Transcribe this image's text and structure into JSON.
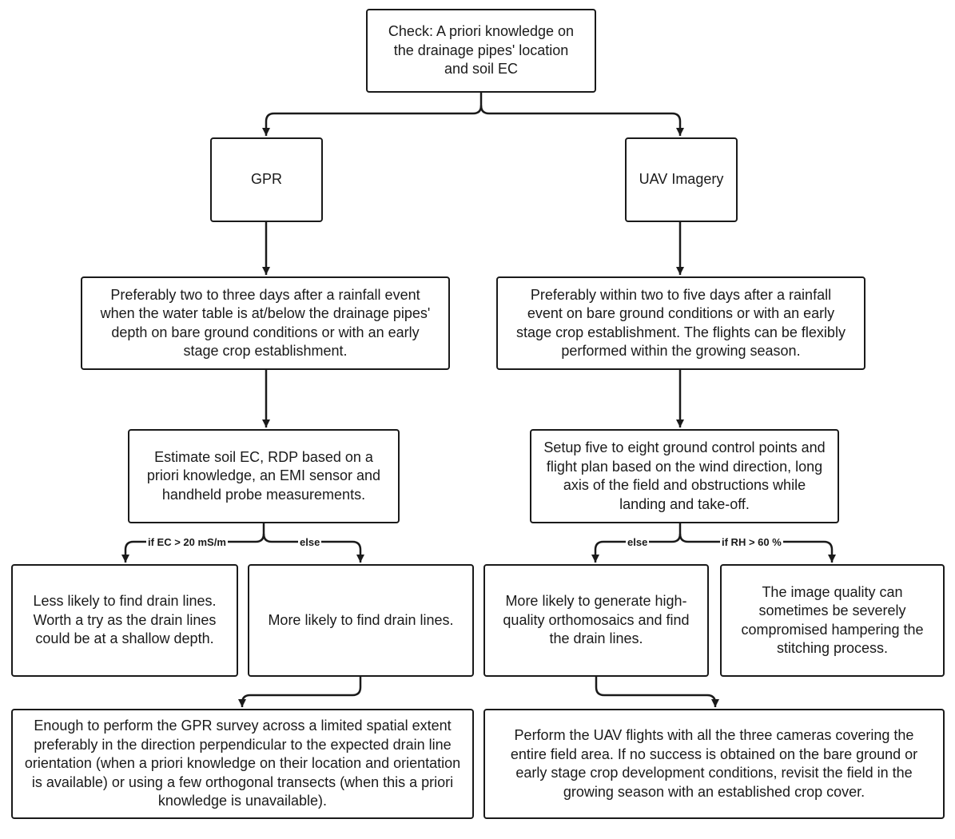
{
  "nodes": {
    "check": "Check: A priori knowledge on the drainage pipes' location and soil EC",
    "gpr": "GPR",
    "uav": "UAV Imagery",
    "gpr_timing": "Preferably two to three days after a rainfall event when the water table is at/below the drainage pipes' depth on bare ground conditions or with an early stage crop establishment.",
    "uav_timing": "Preferably within two to five days after a rainfall event on bare ground conditions or with an early stage crop establishment. The flights can be flexibly performed within the growing season.",
    "gpr_estimate": "Estimate soil EC, RDP based on a priori knowledge, an EMI sensor and handheld probe measurements.",
    "uav_setup": "Setup five to eight ground control points and flight plan based on the wind direction, long axis of the field and obstructions while landing and take-off.",
    "gpr_less_likely": "Less likely to find drain lines. Worth a try as the drain lines could be at a shallow depth.",
    "gpr_more_likely": "More likely to find drain lines.",
    "uav_more_likely": "More likely to generate high-quality orthomosaics and find the drain lines.",
    "uav_quality": "The image quality can sometimes be severely compromised hampering the stitching process.",
    "gpr_survey": "Enough to perform the GPR survey across a limited spatial extent preferably in the direction perpendicular to the expected drain line orientation (when a priori knowledge on their location and orientation is available) or using a few orthogonal transects (when this a priori knowledge is unavailable).",
    "uav_flights": "Perform the UAV flights with all the three cameras covering the entire field area. If no success is obtained on the bare ground or early stage crop development conditions, revisit the field in the growing season with an established crop cover."
  },
  "edges": {
    "gpr_if": "if EC > 20 mS/m",
    "gpr_else": "else",
    "uav_else": "else",
    "uav_if": "if RH > 60 %"
  }
}
